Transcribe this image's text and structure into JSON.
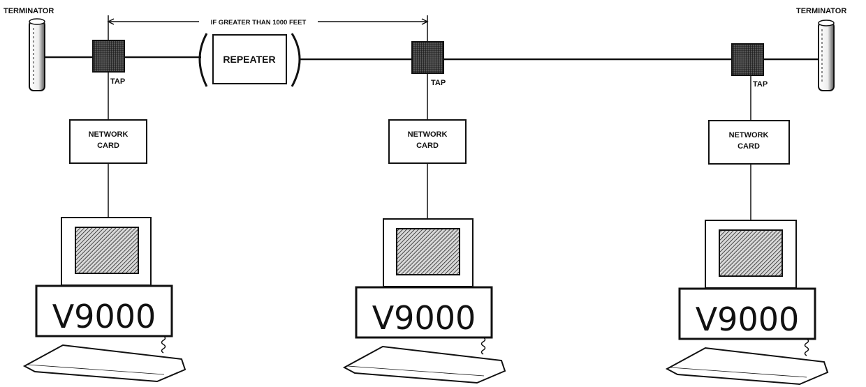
{
  "labels": {
    "terminator_left": "TERMINATOR",
    "terminator_right": "TERMINATOR",
    "distance_note": "IF GREATER THAN 1000 FEET",
    "repeater": "REPEATER",
    "tap": "TAP",
    "network_card_line1": "NETWORK",
    "network_card_line2": "CARD",
    "computer_model": "V9000"
  },
  "stations": [
    {
      "tap": "TAP",
      "card_line1": "NETWORK",
      "card_line2": "CARD",
      "model": "V9000"
    },
    {
      "tap": "TAP",
      "card_line1": "NETWORK",
      "card_line2": "CARD",
      "model": "V9000"
    },
    {
      "tap": "TAP",
      "card_line1": "NETWORK",
      "card_line2": "CARD",
      "model": "V9000"
    }
  ],
  "colors": {
    "ink": "#111111",
    "paper": "#ffffff"
  }
}
